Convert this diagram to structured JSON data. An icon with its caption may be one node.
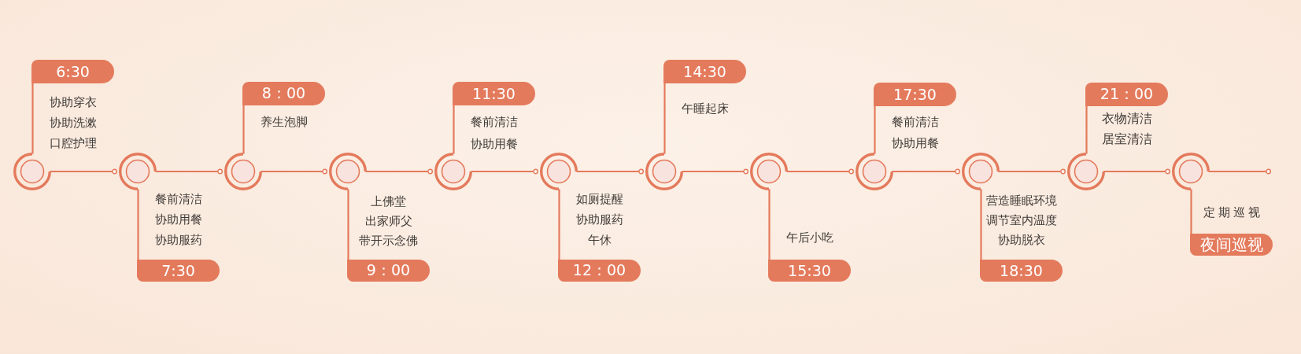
{
  "diagram": {
    "nodes": [
      {
        "text": [
          "6:30"
        ],
        "beside": [
          "协助穿衣",
          "协助洗漱",
          "口腔护理"
        ]
      },
      {
        "text": [],
        "shape": "circle"
      },
      {
        "text": [
          "7:30"
        ],
        "beside": [
          "餐前清洁",
          "协助用餐",
          "协助服药"
        ]
      },
      {
        "text": [],
        "shape": "circle"
      },
      {
        "text": [
          "8：00"
        ],
        "beside": [
          "养生泡脚"
        ]
      },
      {
        "text": [],
        "shape": "circle"
      },
      {
        "text": [
          "9：00"
        ],
        "beside": [
          "上佛堂",
          "出家师父",
          "带开示念佛"
        ]
      },
      {
        "text": [],
        "shape": "circle"
      },
      {
        "text": [
          "11:30"
        ],
        "beside": [
          "餐前清洁",
          "协助用餐"
        ]
      },
      {
        "text": [],
        "shape": "circle"
      },
      {
        "text": [
          "12：00"
        ],
        "beside": [
          "如厕提醒",
          "协助服药",
          "午休"
        ]
      },
      {
        "text": [],
        "shape": "circle"
      },
      {
        "text": [
          "14:30"
        ],
        "beside": [
          "午睡起床"
        ]
      },
      {
        "text": [],
        "shape": "circle"
      },
      {
        "text": [
          "15:30"
        ],
        "beside": [
          "午后小吃"
        ]
      },
      {
        "text": [],
        "shape": "circle"
      },
      {
        "text": [
          "17:30"
        ],
        "beside": [
          "餐前清洁",
          "协助用餐"
        ]
      },
      {
        "text": [],
        "shape": "circle"
      },
      {
        "text": [
          "18:30"
        ],
        "beside": [
          "营造睡眠环境",
          "调节室内温度",
          "协助脱衣"
        ]
      },
      {
        "text": [],
        "shape": "circle"
      },
      {
        "text": [
          "21：00"
        ],
        "beside": [
          "衣物清洁",
          "居室清洁"
        ]
      },
      {
        "text": [],
        "shape": "circle"
      },
      {
        "text": [
          "夜间巡视"
        ],
        "beside": [
          "定期巡视"
        ]
      },
      {
        "text": [],
        "shape": "circle"
      }
    ],
    "edges": [
      {
        "from": 1,
        "to": 0,
        "arrow": "none"
      },
      {
        "from": 1,
        "to": 3,
        "arrow": "other"
      },
      {
        "from": 3,
        "to": 2,
        "arrow": "none"
      },
      {
        "from": 3,
        "to": 5,
        "arrow": "other"
      },
      {
        "from": 5,
        "to": 4,
        "arrow": "none"
      },
      {
        "from": 5,
        "to": 7,
        "arrow": "other"
      },
      {
        "from": 7,
        "to": 6,
        "arrow": "none"
      },
      {
        "from": 7,
        "to": 9,
        "arrow": "other"
      },
      {
        "from": 9,
        "to": 8,
        "arrow": "none"
      },
      {
        "from": 9,
        "to": 11,
        "arrow": "other"
      },
      {
        "from": 11,
        "to": 10,
        "arrow": "none"
      },
      {
        "from": 11,
        "to": 13,
        "arrow": "other"
      },
      {
        "from": 13,
        "to": 12,
        "arrow": "none"
      },
      {
        "from": 13,
        "to": 15,
        "arrow": "other"
      },
      {
        "from": 15,
        "to": 14,
        "arrow": "none"
      },
      {
        "from": 15,
        "to": 17,
        "arrow": "other"
      },
      {
        "from": 17,
        "to": 16,
        "arrow": "none"
      },
      {
        "from": 17,
        "to": 19,
        "arrow": "other"
      },
      {
        "from": 19,
        "to": 18,
        "arrow": "none"
      },
      {
        "from": 19,
        "to": 21,
        "arrow": "other"
      },
      {
        "from": 21,
        "to": 20,
        "arrow": "none"
      },
      {
        "from": 21,
        "to": 23,
        "arrow": "other"
      },
      {
        "from": 23,
        "to": 22,
        "arrow": "none"
      },
      {
        "from": 23,
        "to": null,
        "arrow": "other"
      }
    ]
  }
}
